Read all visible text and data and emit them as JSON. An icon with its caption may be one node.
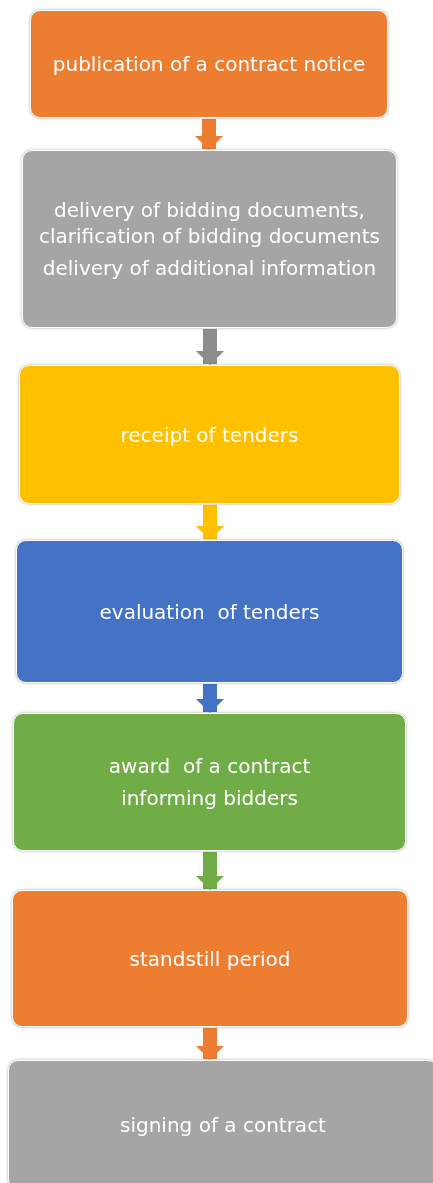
{
  "diagram": {
    "nodes": [
      {
        "text": [
          "publication of a contract notice"
        ]
      },
      {
        "text": [
          "delivery of bidding documents, clarification of bidding documents",
          "delivery of additional information"
        ]
      },
      {
        "text": [
          "receipt of tenders"
        ]
      },
      {
        "text": [
          "evaluation  of tenders"
        ]
      },
      {
        "text": [
          "award  of a contract",
          "informing bidders"
        ]
      },
      {
        "text": [
          "standstill period"
        ]
      },
      {
        "text": [
          "signing of a contract"
        ]
      }
    ],
    "edges": [
      {
        "from": 0,
        "to": 1,
        "arrow": "to",
        "color": "#ed7d31"
      },
      {
        "from": 1,
        "to": 2,
        "arrow": "to",
        "color": "#8c8c8c"
      },
      {
        "from": 2,
        "to": 3,
        "arrow": "to",
        "color": "#ffc000"
      },
      {
        "from": 3,
        "to": 4,
        "arrow": "to",
        "color": "#4472c4"
      },
      {
        "from": 4,
        "to": 5,
        "arrow": "to",
        "color": "#70ad47"
      },
      {
        "from": 5,
        "to": 6,
        "arrow": "to",
        "color": "#ed7d31"
      }
    ]
  }
}
